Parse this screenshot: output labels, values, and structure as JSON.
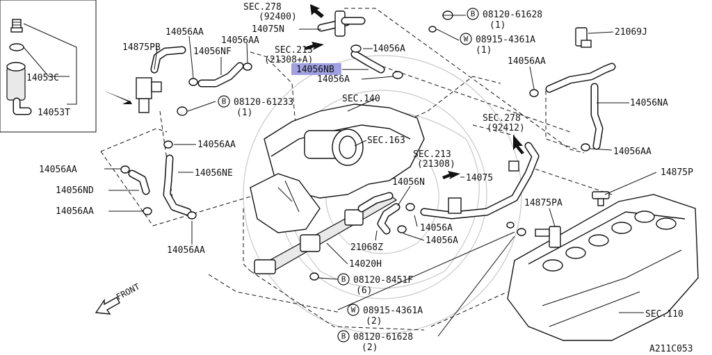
{
  "diagram_id": "A211C053",
  "front_label": "FRONT",
  "highlighted_part": "14056NB",
  "labels": {
    "sec278_top": "SEC.278",
    "sec278_top_num": "(92400)",
    "p14075N": "14075N",
    "b08120_61628_top": "08120-61628",
    "b08120_61628_top_qty": "(1)",
    "w08915_4361A_top": "08915-4361A",
    "w08915_4361A_top_qty": "(1)",
    "p21069J": "21069J",
    "p14056AA_a": "14056AA",
    "p14056AA_b": "14056AA",
    "p14875PB": "14875PB",
    "p14056NF": "14056NF",
    "sec213_top": "SEC.213",
    "sec213_top_num": "(21308+A)",
    "p14056A_a": "14056A",
    "p14056NB": "14056NB",
    "p14056A_b": "14056A",
    "p14056AA_c": "14056AA",
    "p14053C": "14053C",
    "p14053T": "14053T",
    "b08120_61233": "08120-61233",
    "b08120_61233_qty": "(1)",
    "sec140": "SEC.140",
    "p14056NA": "14056NA",
    "sec278_mid": "SEC.278",
    "sec278_mid_num": "(92412)",
    "sec163": "SEC.163",
    "p14056AA_d": "14056AA",
    "p14056AA_e": "14056AA",
    "p14056NE": "14056NE",
    "p14056AA_f": "14056AA",
    "sec213_mid": "SEC.213",
    "sec213_mid_num": "(21308)",
    "p14075": "14075",
    "p14875P": "14875P",
    "p14056ND": "14056ND",
    "p14056N": "14056N",
    "p14056AA_g": "14056AA",
    "p14875PA": "14875PA",
    "p14056A_c": "14056A",
    "p14056A_d": "14056A",
    "p21068Z": "21068Z",
    "p14056AA_h": "14056AA",
    "p14020H": "14020H",
    "b08120_8451F": "08120-8451F",
    "b08120_8451F_qty": "(6)",
    "w08915_4361A_bot": "08915-4361A",
    "w08915_4361A_bot_qty": "(2)",
    "sec110": "SEC.110",
    "b08120_61628_bot": "08120-61628",
    "b08120_61628_bot_qty": "(2)"
  },
  "symbols": {
    "bolt": "B",
    "washer": "W"
  }
}
